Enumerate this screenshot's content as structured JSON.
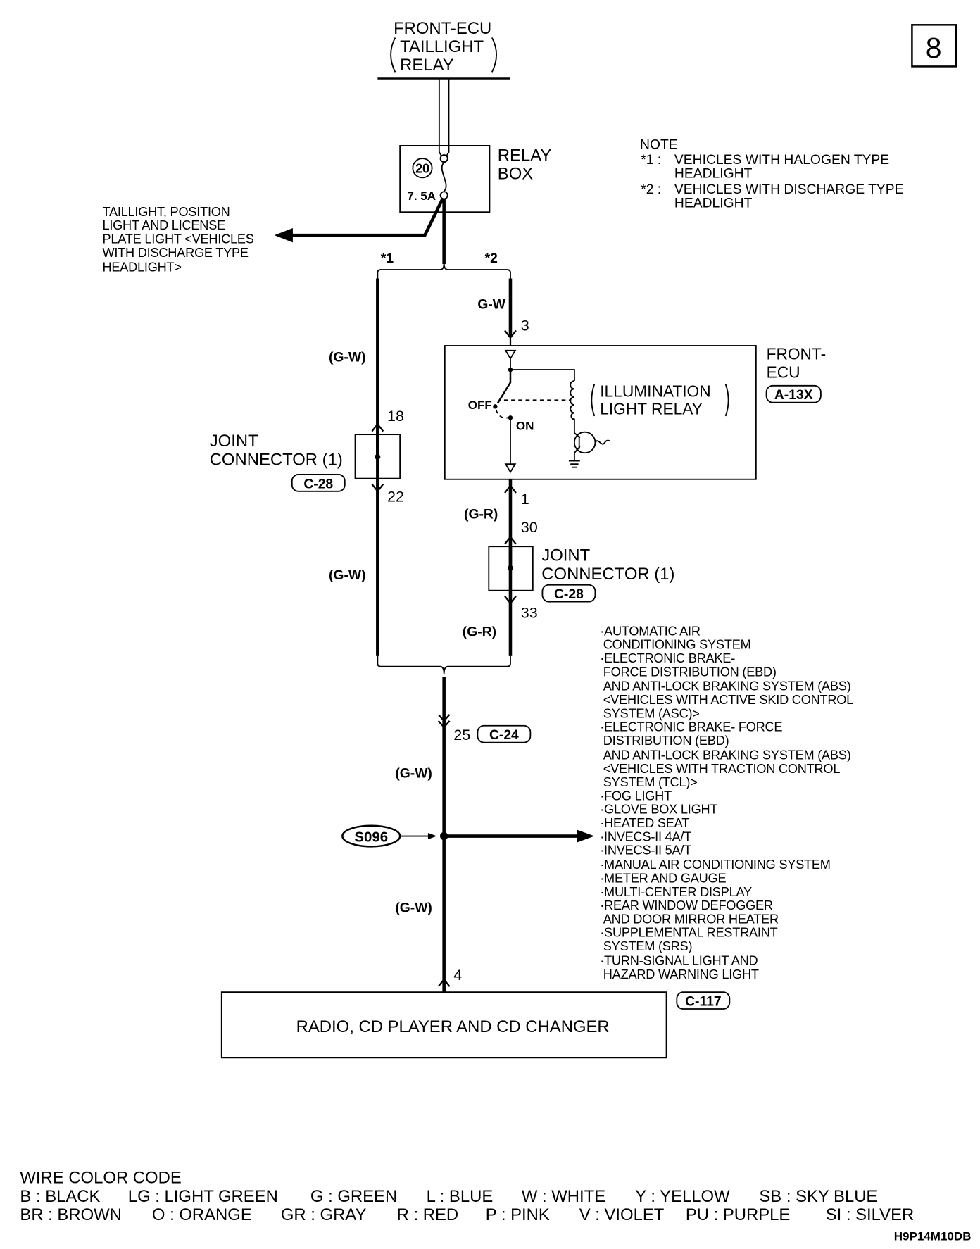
{
  "page_number": "8",
  "source": {
    "line1": "FRONT-ECU",
    "line2": "TAILLIGHT",
    "line3": "RELAY"
  },
  "relay_box": {
    "line1": "RELAY",
    "line2": "BOX",
    "fuse_number": "20",
    "fuse_rating": "7. 5A"
  },
  "note": {
    "title": "NOTE",
    "items": [
      {
        "mark": "*1 :",
        "line1": "VEHICLES WITH HALOGEN TYPE",
        "line2": "HEADLIGHT"
      },
      {
        "mark": "*2 :",
        "line1": "VEHICLES WITH DISCHARGE TYPE",
        "line2": "HEADLIGHT"
      }
    ]
  },
  "taillight_branch": [
    "TAILLIGHT, POSITION",
    "LIGHT AND LICENSE",
    "PLATE LIGHT <VEHICLES",
    "WITH DISCHARGE TYPE",
    "HEADLIGHT>"
  ],
  "branches": {
    "left_mark": "*1",
    "right_mark": "*2"
  },
  "left_path": {
    "wire_upper": "(G-W)",
    "pin_in": "18",
    "connector_line1": "JOINT",
    "connector_line2": "CONNECTOR (1)",
    "connector_code": "C-28",
    "pin_out": "22",
    "wire_lower": "(G-W)"
  },
  "right_path": {
    "wire_in": "G-W",
    "ecu_pin_in": "3",
    "ecu_label_line1": "FRONT-",
    "ecu_label_line2": "ECU",
    "ecu_code": "A-13X",
    "relay_line1": "ILLUMINATION",
    "relay_line2": "LIGHT RELAY",
    "switch_off": "OFF",
    "switch_on": "ON",
    "ecu_pin_out": "1",
    "wire_mid": "(G-R)",
    "pin_in": "30",
    "connector_line1": "JOINT",
    "connector_line2": "CONNECTOR (1)",
    "connector_code": "C-28",
    "pin_out": "33",
    "wire_lower": "(G-R)"
  },
  "main_feed": {
    "pin": "25",
    "connector_code": "C-24",
    "wire_upper": "(G-W)",
    "splice": "S096",
    "wire_lower": "(G-W)",
    "radio_pin": "4"
  },
  "splice_destinations": [
    "·AUTOMATIC AIR",
    "CONDITIONING SYSTEM",
    "·ELECTRONIC BRAKE-",
    "FORCE DISTRIBUTION (EBD)",
    "AND ANTI-LOCK BRAKING SYSTEM (ABS)",
    "<VEHICLES WITH ACTIVE SKID CONTROL",
    "SYSTEM (ASC)>",
    "·ELECTRONIC BRAKE- FORCE",
    "DISTRIBUTION (EBD)",
    "AND ANTI-LOCK BRAKING SYSTEM (ABS)",
    "<VEHICLES WITH TRACTION CONTROL",
    "SYSTEM (TCL)>",
    "·FOG LIGHT",
    "·GLOVE BOX LIGHT",
    "·HEATED SEAT",
    "·INVECS-II 4A/T",
    "·INVECS-II 5A/T",
    "·MANUAL AIR CONDITIONING SYSTEM",
    "·METER AND GAUGE",
    "·MULTI-CENTER DISPLAY",
    "·REAR WINDOW DEFOGGER",
    "AND DOOR MIRROR HEATER",
    "·SUPPLEMENTAL RESTRAINT",
    "SYSTEM (SRS)",
    "·TURN-SIGNAL LIGHT AND",
    "HAZARD WARNING LIGHT"
  ],
  "radio": {
    "label": "RADIO, CD PLAYER AND CD CHANGER",
    "connector_code": "C-117"
  },
  "wire_color_code": {
    "title": "WIRE COLOR CODE",
    "row1": [
      "B : BLACK",
      "LG : LIGHT GREEN",
      "G : GREEN",
      "L : BLUE",
      "W : WHITE",
      "Y : YELLOW",
      "SB : SKY BLUE"
    ],
    "row2": [
      "BR : BROWN",
      "O : ORANGE",
      "GR : GRAY",
      "R : RED",
      "P : PINK",
      "V : VIOLET",
      "PU : PURPLE",
      "SI : SILVER"
    ]
  },
  "diagram_code": "H9P14M10DB"
}
